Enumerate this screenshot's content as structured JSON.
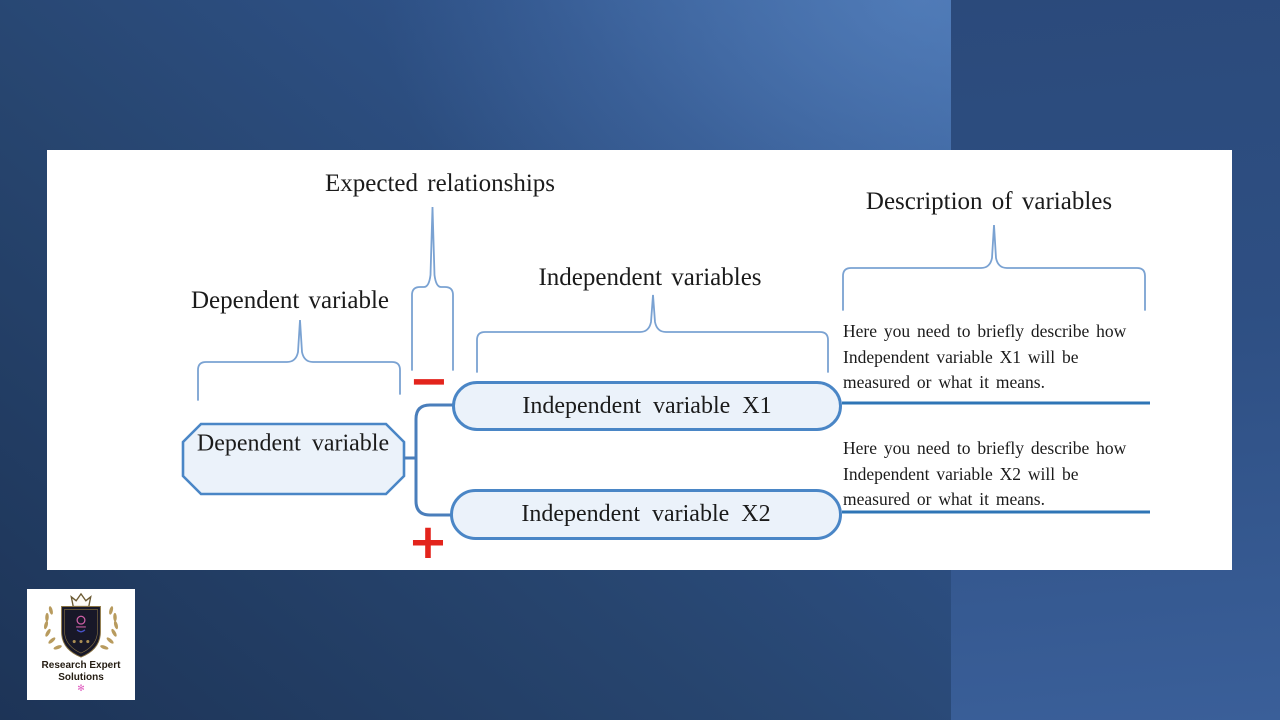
{
  "diagram": {
    "labels": {
      "dependent_variable": "Dependent variable",
      "expected_relationships": "Expected relationships",
      "independent_variables": "Independent variables",
      "description_of_variables": "Description of variables"
    },
    "boxes": {
      "dependent": "Dependent variable",
      "x1": "Independent variable X1",
      "x2": "Independent variable X2"
    },
    "signs": {
      "minus": "−",
      "plus": "+"
    },
    "descriptions": [
      {
        "lines": [
          "Here you need to briefly describe how",
          "Independent variable X1 will be",
          "measured or what it means."
        ]
      },
      {
        "lines": [
          "Here you need to briefly describe how",
          "Independent variable X2 will be",
          "measured or what it means."
        ]
      }
    ],
    "colors": {
      "shape_outline": "#4a86c6",
      "shape_fill": "#ebf2fa",
      "brace": "#7aa2d2",
      "underline": "#2e75b6",
      "sign_red": "#e3241c",
      "text": "#1b1b1b",
      "background_dark": "#1d3457",
      "background_light": "#4877b9"
    }
  },
  "logo": {
    "name_line1": "Research Expert",
    "name_line2": "Solutions",
    "mark": "✻"
  }
}
